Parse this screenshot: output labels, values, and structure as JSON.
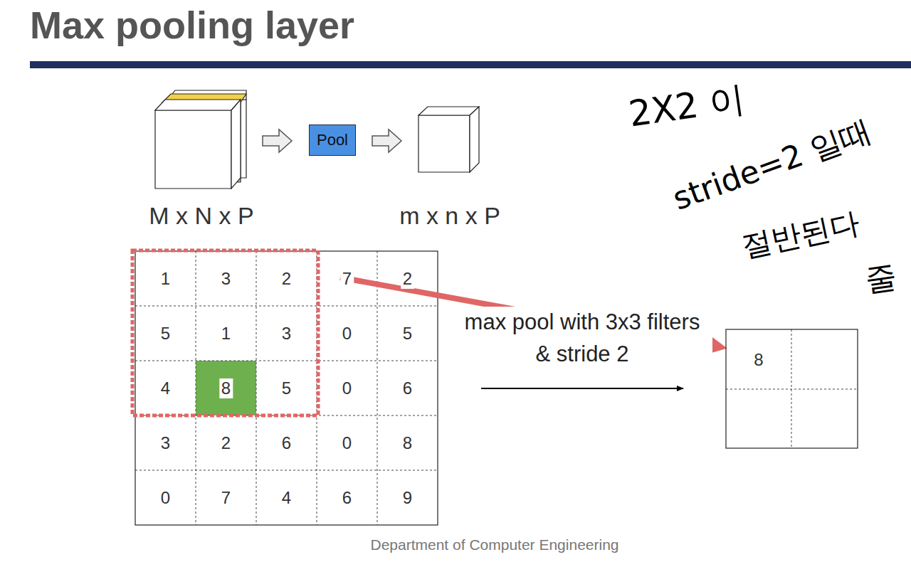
{
  "diagram": {
    "title": "Max pooling layer",
    "nodes": [
      {
        "text": [
          "Pool"
        ]
      }
    ],
    "labels": [
      "M x N x P",
      "m x n x P",
      "1",
      "3",
      "2",
      "7",
      "2",
      "5",
      "1",
      "3",
      "0",
      "5",
      "4",
      "8",
      "5",
      "0",
      "6",
      "3",
      "2",
      "6",
      "0",
      "8",
      "0",
      "7",
      "4",
      "6",
      "9",
      "max pool with 3x3 filters & stride 2",
      "8",
      "2X2 이",
      "stride=2 일때",
      "절반된다",
      "줄",
      "Department of Computer Engineering"
    ]
  }
}
